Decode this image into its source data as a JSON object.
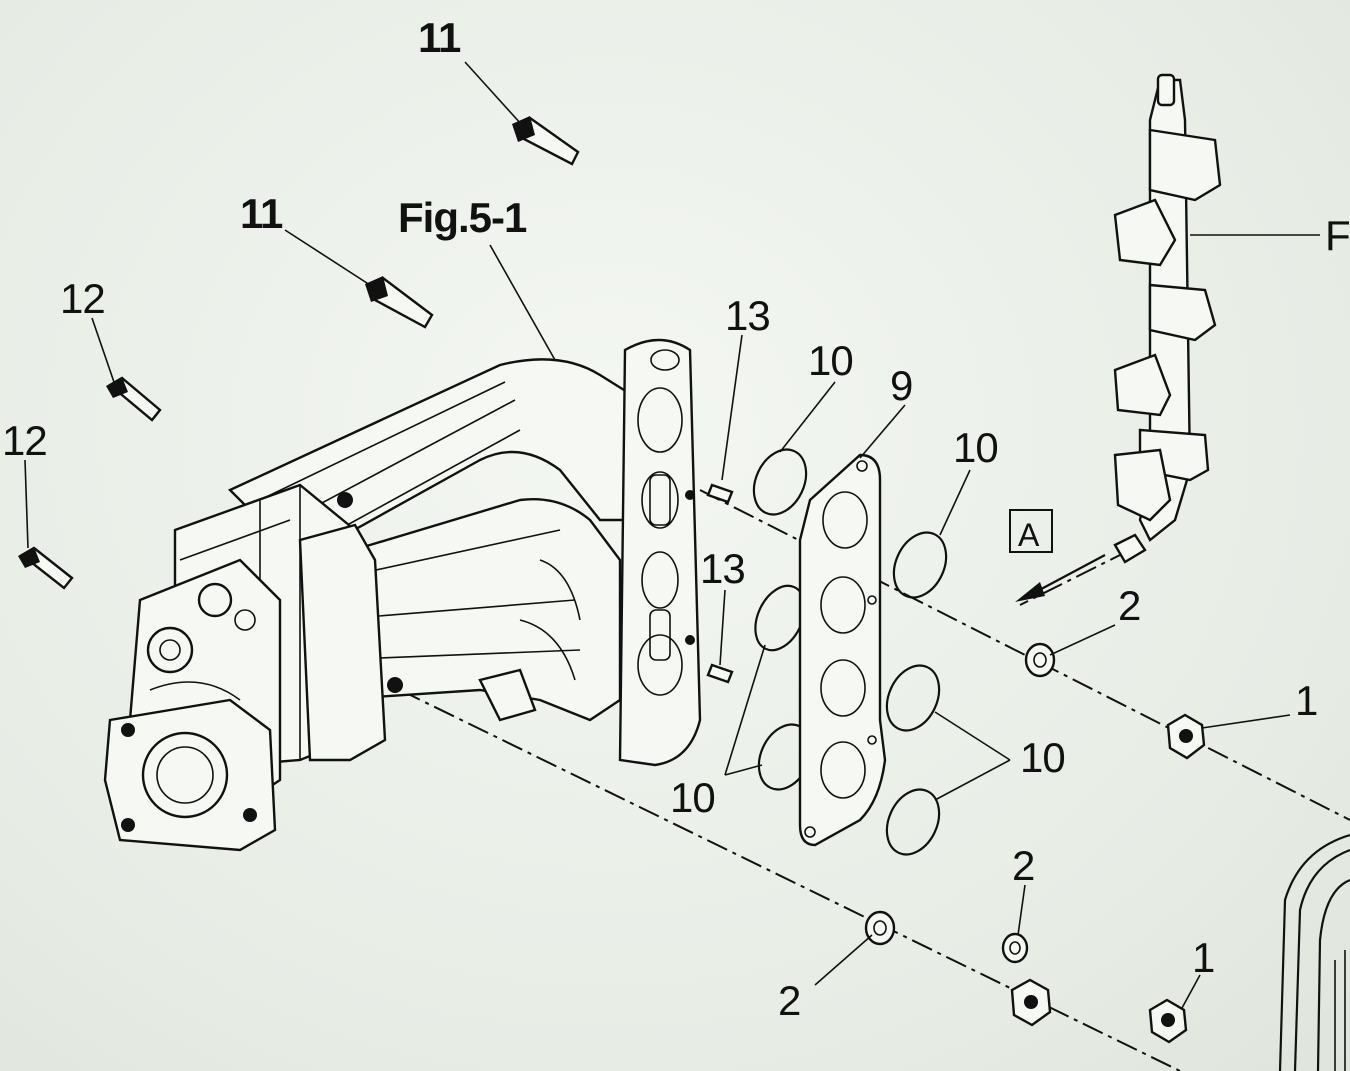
{
  "figure_ref": "Fig.5-1",
  "ref_box": "A",
  "right_edge_label": "F",
  "callouts": {
    "bolt_top": "11",
    "bolt_mid": "11",
    "stud_left_top": "12",
    "stud_left_bottom": "12",
    "pin_upper": "13",
    "pin_lower": "13",
    "oring_upper": "10",
    "oring_right": "10",
    "oring_right_pair": "10",
    "oring_left_pair": "10",
    "gasket": "9",
    "washer_upper": "2",
    "washer_lower_left": "2",
    "washer_lower_mid": "2",
    "nut_upper": "1",
    "nut_lower": "1"
  },
  "parts": {
    "intake_manifold": "intake-manifold",
    "gasket": "manifold-gasket",
    "fuel_rail": "fuel-rail-injectors",
    "o_rings": "o-ring",
    "washers": "washer",
    "nuts": "nut",
    "bolts": "bolt",
    "studs": "stud",
    "dowel_pins": "dowel-pin"
  }
}
